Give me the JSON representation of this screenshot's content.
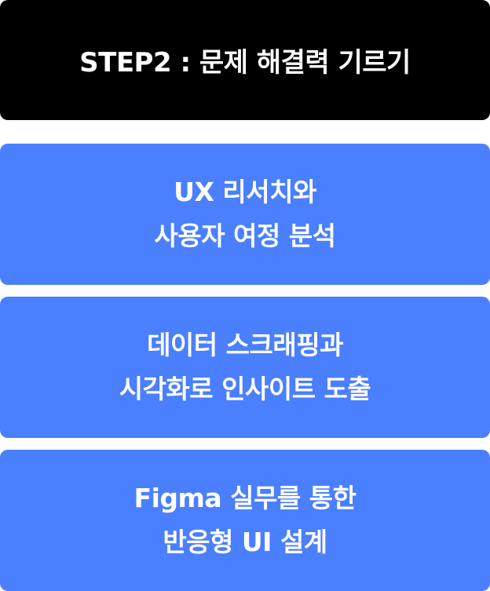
{
  "header": {
    "title": "STEP2 : 문제 해결력 기르기"
  },
  "cards": [
    {
      "line1": "UX 리서치와",
      "line2": "사용자 여정 분석"
    },
    {
      "line1": "데이터 스크래핑과",
      "line2": "시각화로 인사이트 도출"
    },
    {
      "line1": "Figma 실무를 통한",
      "line2": "반응형 UI 설계"
    }
  ],
  "colors": {
    "header_bg": "#000000",
    "card_bg": "#4a7fff",
    "text": "#ffffff"
  }
}
